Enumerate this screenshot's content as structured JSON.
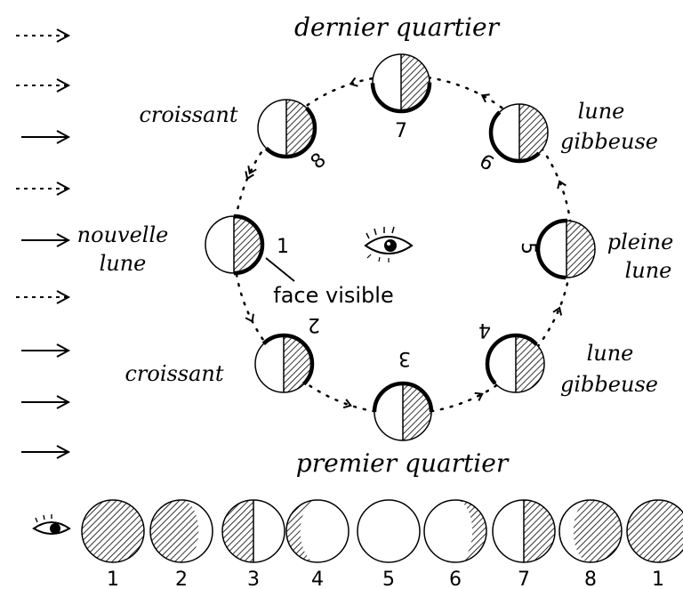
{
  "labels": {
    "top": "dernier quartier",
    "bottom": "premier quartier",
    "croissant_top": "croissant",
    "croissant_bottom": "croissant",
    "nouvelle_1": "nouvelle",
    "nouvelle_2": "lune",
    "pleine_1": "pleine",
    "pleine_2": "lune",
    "gibbeuse_top_1": "lune",
    "gibbeuse_top_2": "gibbeuse",
    "gibbeuse_bot_1": "lune",
    "gibbeuse_bot_2": "gibbeuse",
    "face_visible": "face visible"
  },
  "orbit_numbers": [
    "1",
    "2",
    "3",
    "4",
    "5",
    "6",
    "7",
    "8"
  ],
  "bottom_numbers": [
    "1",
    "2",
    "3",
    "4",
    "5",
    "6",
    "7",
    "8",
    "1"
  ],
  "icons": {
    "eye": "eye-icon",
    "sunlight": "arrow-right-icon"
  },
  "colors": {
    "ink": "#000000",
    "paper": "#ffffff"
  }
}
